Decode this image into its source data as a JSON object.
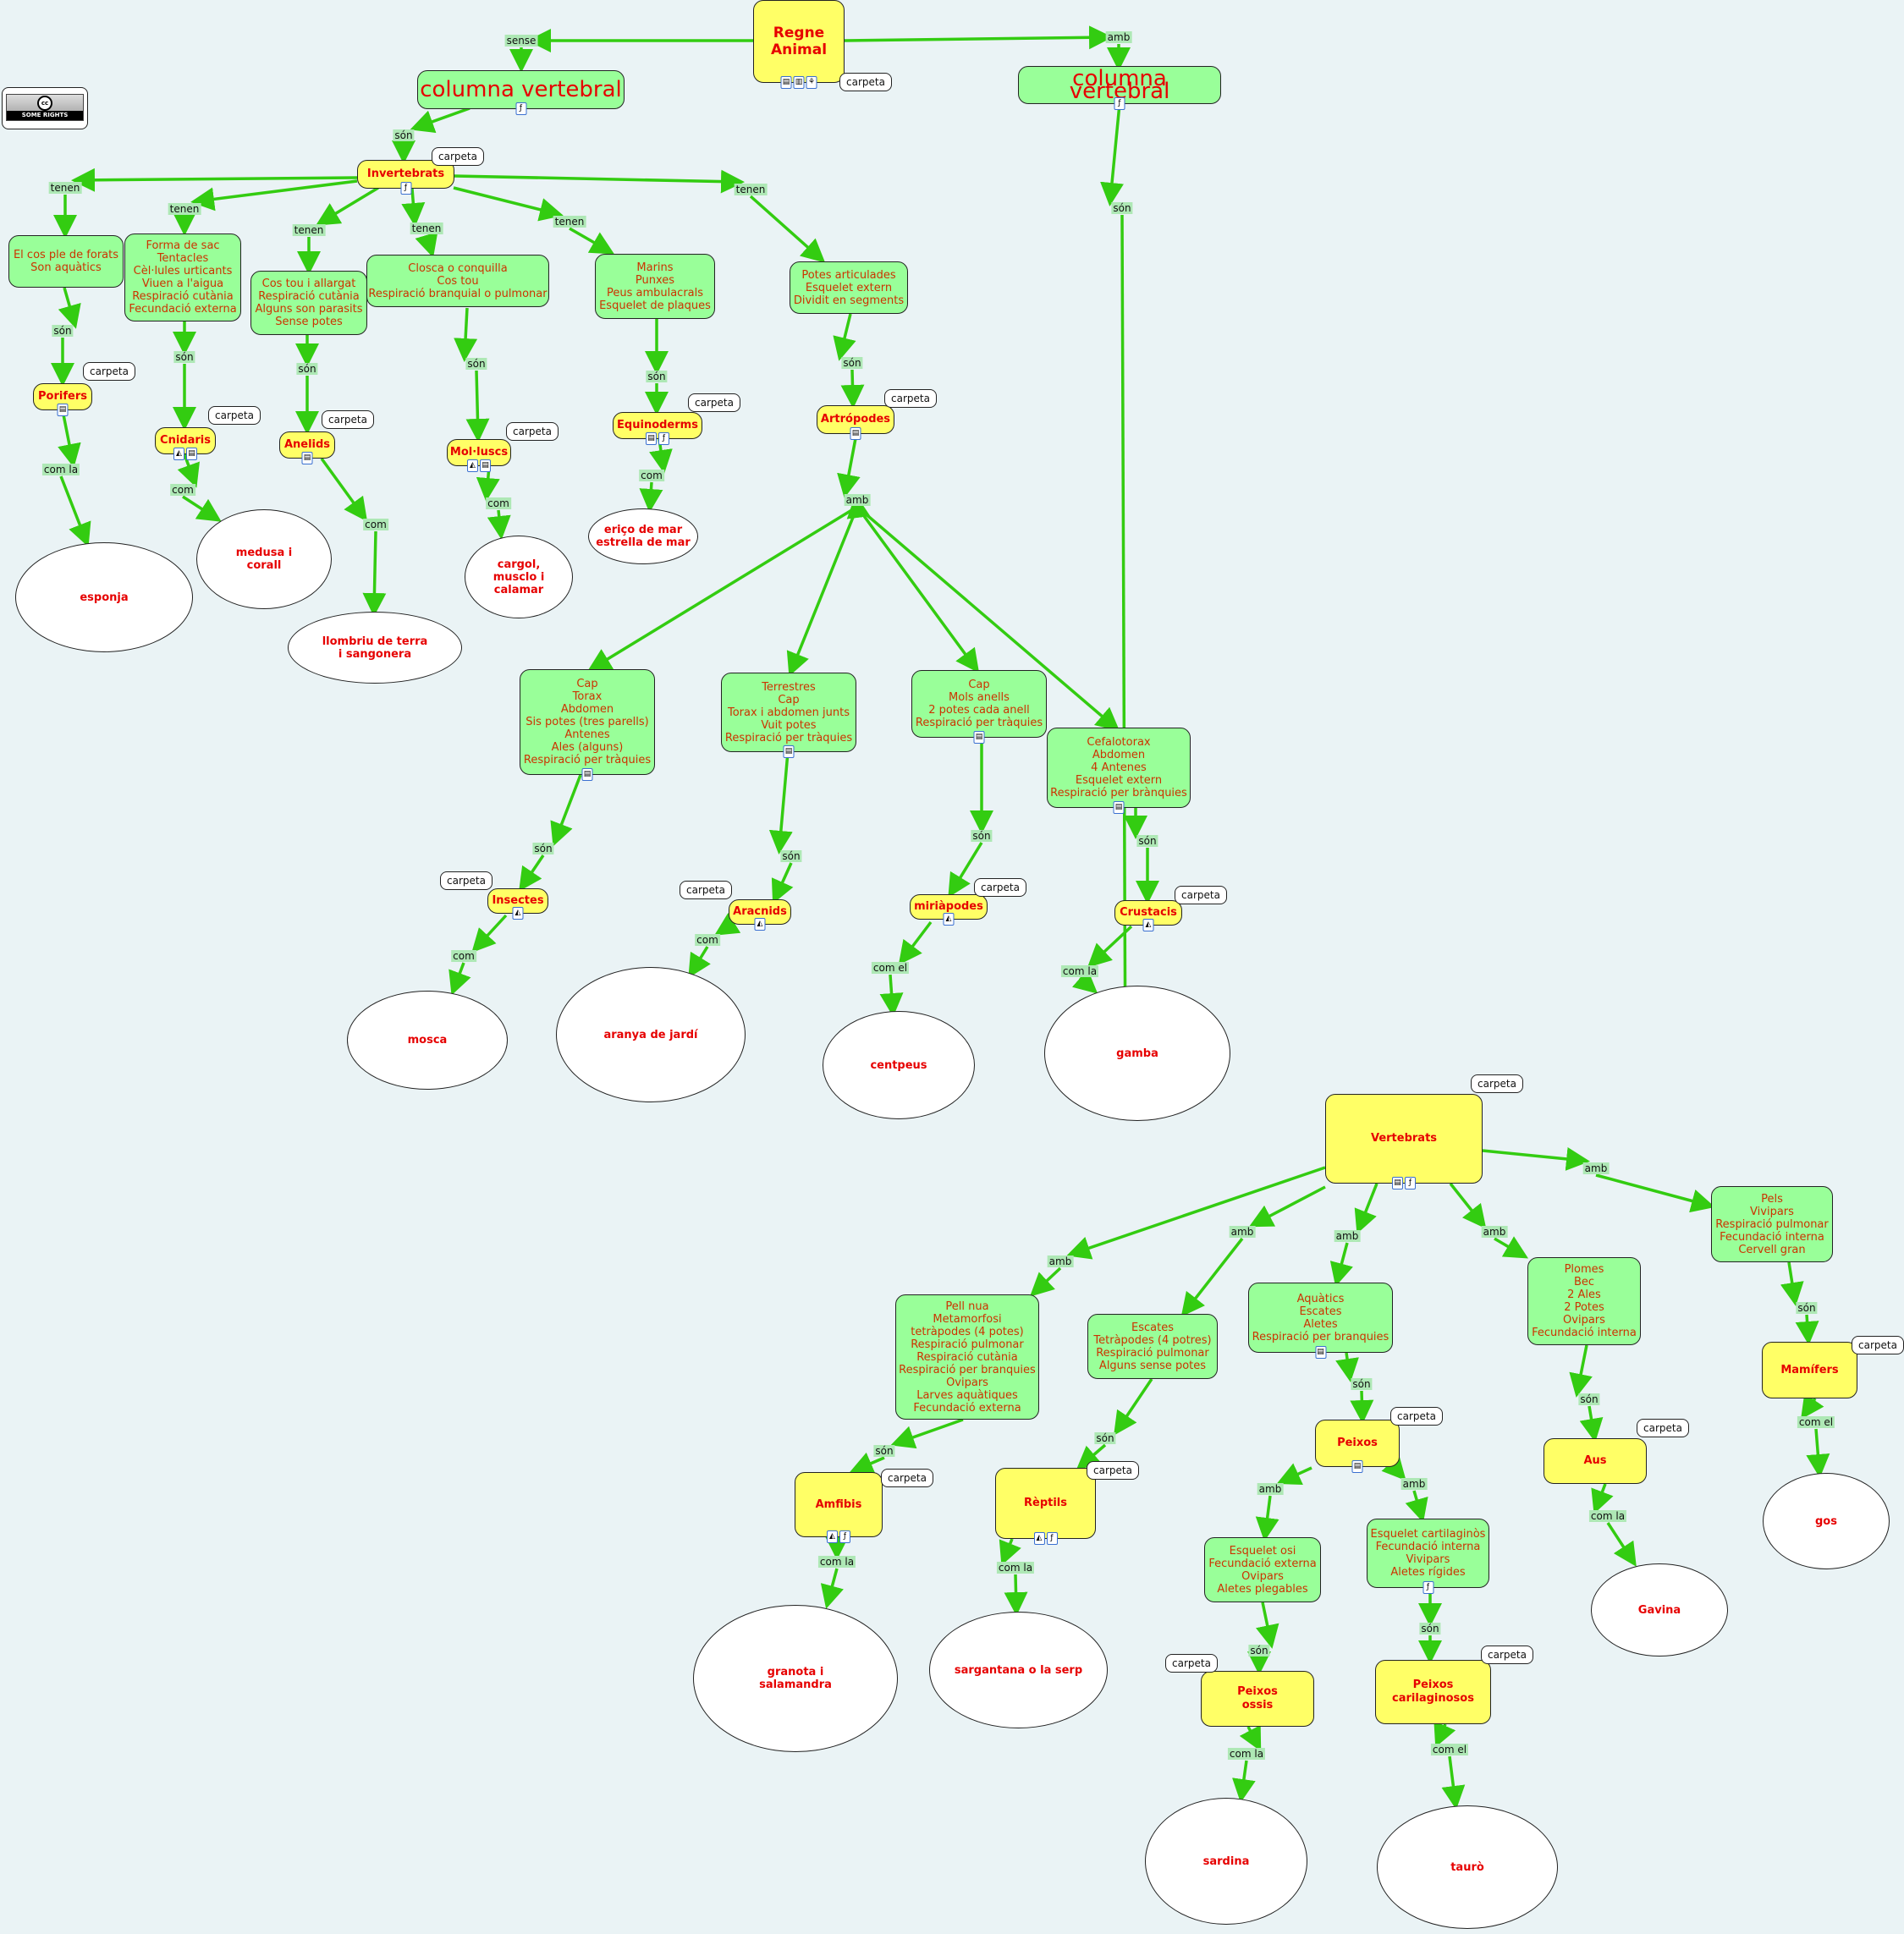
{
  "colors": {
    "edge": "#33cc11",
    "concept_yellow": "#ffff66",
    "concept_green": "#99ff99",
    "label_bg": "#aee8b5",
    "text_red": "#e60000",
    "text_brown": "#cc3300",
    "background": "#eaf3f5"
  },
  "license_badge": {
    "symbol": "cc",
    "text": "SOME RIGHTS RESERVED"
  },
  "resource_tag": "carpeta",
  "nodes": {
    "regne": "Regne\nAnimal",
    "sense_cv": "columna vertebral",
    "amb_cv": "columna vertebral",
    "invertebrats": "Invertebrats",
    "porifers_traits": "El cos ple de forats\nSon aquàtics",
    "cnidaris_traits": "Forma de sac\nTentacles\nCèl·lules urticants\nViuen a l'aigua\nRespiració cutània\nFecundació externa",
    "anelids_traits": "Cos tou i allargat\nRespiració cutània\nAlguns son parasits\nSense potes",
    "molluscs_traits": "Closca o conquilla\nCos tou\nRespiració branquial o pulmonar",
    "equinoderms_traits": "Marins\nPunxes\nPeus ambulacrals\nEsquelet de plaques",
    "artropodes_traits": "Potes articulades\nEsquelet extern\nDividit en segments",
    "porifers": "Porifers",
    "cnidaris": "Cnidaris",
    "anelids": "Anelids",
    "molluscs": "Mol·luscs",
    "equinoderms": "Equinoderms",
    "artropodes": "Artrópodes",
    "esponja": "esponja",
    "medusa": "medusa i\ncorall",
    "llombriu": "llombriu de terra\ni sangonera",
    "cargol": "cargol,\nmusclo i\ncalamar",
    "erico": "eriço de mar\nestrella de mar",
    "insectes_traits": "Cap\nTorax\nAbdomen\nSis potes (tres parells)\nAntenes\nAles (alguns)\nRespiració per tràquies",
    "aracnids_traits": "Terrestres\nCap\nTorax i abdomen junts\nVuit potes\nRespiració per tràquies",
    "miriapodes_traits": "Cap\nMols anells\n2 potes cada anell\nRespiració per tràquies",
    "crustacis_traits": "Cefalotorax\nAbdomen\n4 Antenes\nEsquelet extern\nRespiració per brànquies",
    "insectes": "Insectes",
    "aracnids": "Aracnids",
    "miriapodes": "miriàpodes",
    "crustacis": "Crustacis",
    "mosca": "mosca",
    "aranya": "aranya de jardí",
    "centpeus": "centpeus",
    "gamba": "gamba",
    "vertebrats": "Vertebrats",
    "amfibis_traits": "Pell nua\nMetamorfosi\ntetràpodes (4 potes)\nRespiració pulmonar\nRespiració cutània\nRespiració per branquies\nOvipars\nLarves aquàtiques\nFecundació externa",
    "reptils_traits": "Escates\nTetràpodes (4 potres)\nRespiració pulmonar\nAlguns sense potes",
    "peixos_traits": "Aquàtics\nEscates\nAletes\nRespiració per branquies",
    "aus_traits": "Plomes\nBec\n2 Ales\n2 Potes\nOvipars\nFecundació interna",
    "mamifers_traits": "Pels\nVivipars\nRespiració pulmonar\nFecundació interna\nCervell gran",
    "amfibis": "Amfibis",
    "reptils": "Rèptils",
    "peixos": "Peixos",
    "aus": "Aus",
    "mamifers": "Mamífers",
    "granota": "granota i\nsalamandra",
    "sargantana": "sargantana o la serp",
    "ossis_traits": "Esquelet osi\nFecundació externa\nOvipars\nAletes plegables",
    "cartil_traits": "Esquelet cartilaginòs\nFecundació interna\nVivipars\nAletes rígides",
    "ossis": "Peixos\nossis",
    "cartil": "Peixos\ncarilaginosos",
    "sardina": "sardina",
    "tauro": "taurò",
    "gavina": "Gavina",
    "gos": "gos"
  },
  "links": {
    "sense": "sense",
    "amb": "amb",
    "son": "són",
    "tenen": "tenen",
    "com": "com",
    "com_la": "com la",
    "com_el": "com el"
  }
}
